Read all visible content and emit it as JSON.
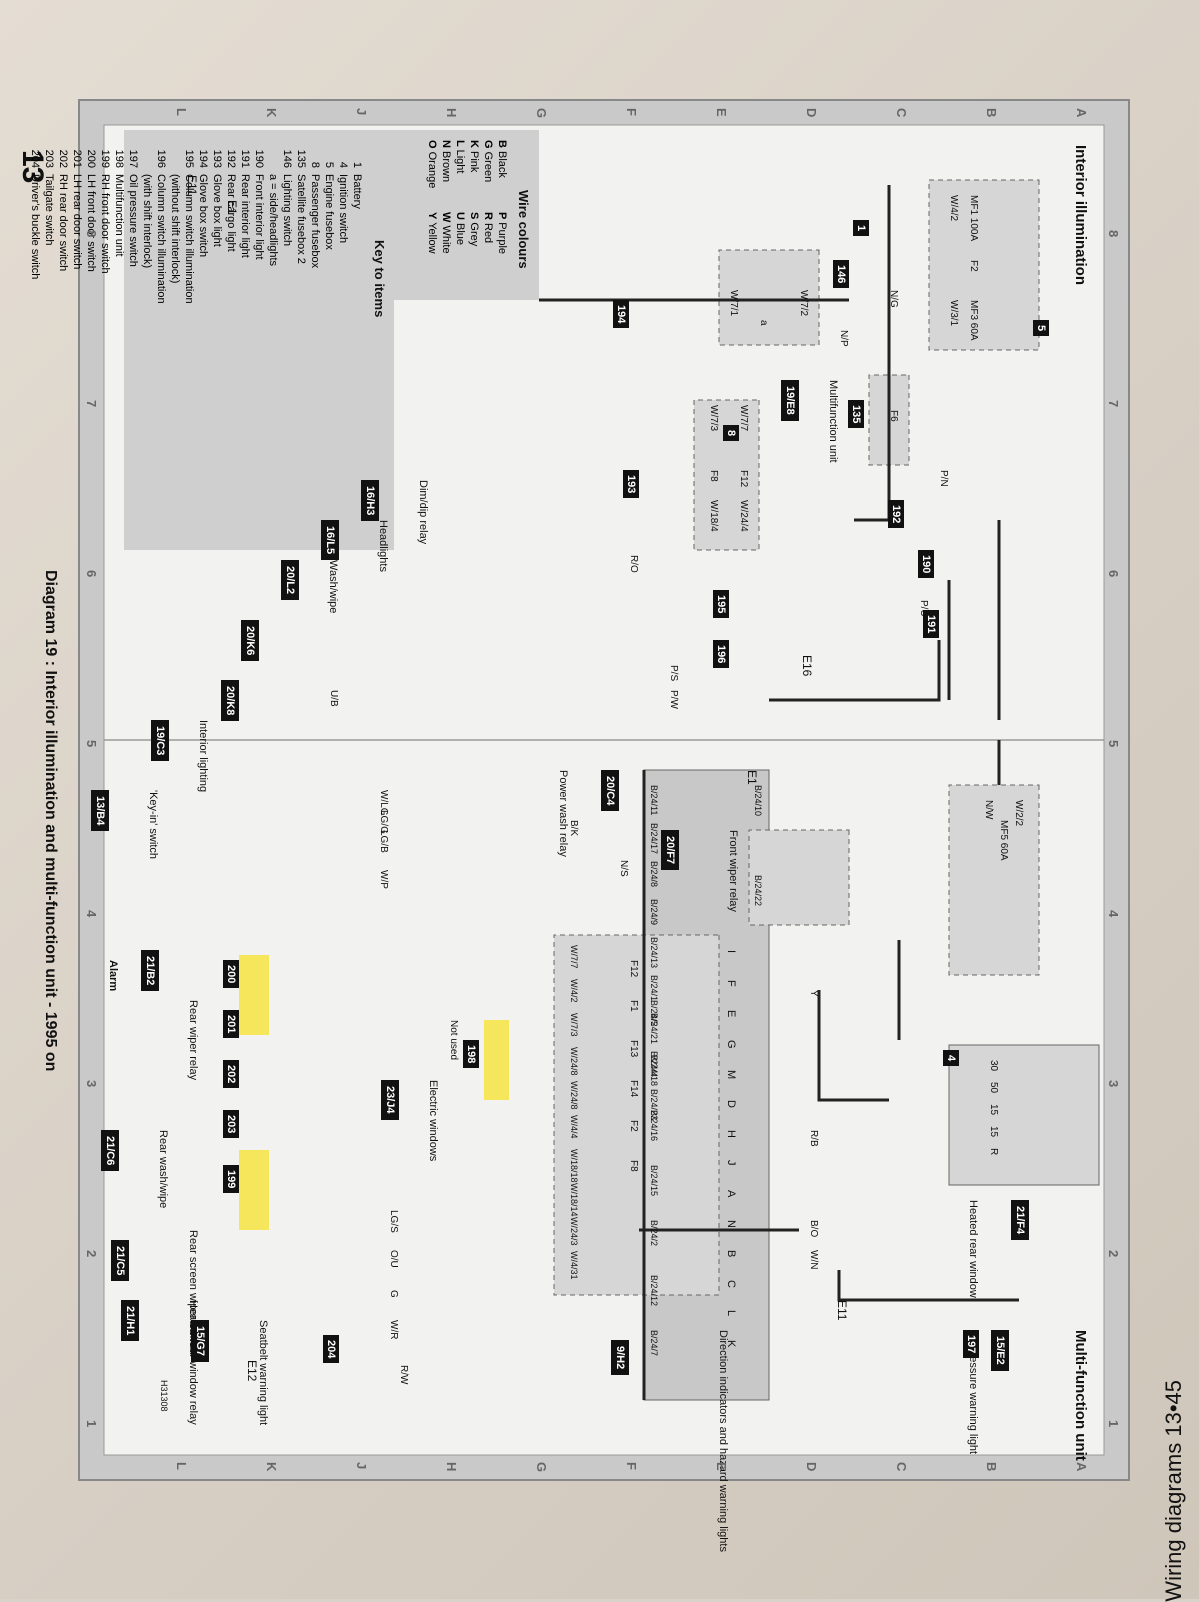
{
  "page": {
    "number": "13",
    "footer": "Wiring diagrams  13•45"
  },
  "diagram": {
    "title": "Diagram 19 : Interior illumination and multi-function unit - 1995 on",
    "sections": {
      "left": "Interior illumination",
      "right": "Multi-function unit"
    },
    "grid_cols": [
      "1",
      "2",
      "3",
      "4",
      "5",
      "6",
      "7",
      "8"
    ],
    "grid_rows": [
      "A",
      "B",
      "C",
      "D",
      "E",
      "F",
      "G",
      "H",
      "J",
      "K",
      "L"
    ],
    "key_title": "Key to items",
    "key_items": [
      {
        "n": "1",
        "label": "Battery"
      },
      {
        "n": "4",
        "label": "Ignition switch"
      },
      {
        "n": "5",
        "label": "Engine fusebox"
      },
      {
        "n": "8",
        "label": "Passenger fusebox"
      },
      {
        "n": "135",
        "label": "Satellite fusebox 2"
      },
      {
        "n": "146",
        "label": "Lighting switch"
      },
      {
        "n": "",
        "label": "a = side/headlights"
      },
      {
        "n": "190",
        "label": "Front interior light"
      },
      {
        "n": "191",
        "label": "Rear interior light"
      },
      {
        "n": "192",
        "label": "Rear cargo light"
      },
      {
        "n": "193",
        "label": "Glove box light"
      },
      {
        "n": "194",
        "label": "Glove box switch"
      },
      {
        "n": "195",
        "label": "Column switch illumination"
      },
      {
        "n": "",
        "label": "(without shift interlock)"
      },
      {
        "n": "196",
        "label": "Column switch illumination"
      },
      {
        "n": "",
        "label": "(with shift interlock)"
      },
      {
        "n": "197",
        "label": "Oil pressure switch"
      },
      {
        "n": "198",
        "label": "Multifunction unit"
      },
      {
        "n": "199",
        "label": "RH front door switch"
      },
      {
        "n": "200",
        "label": "LH front door switch"
      },
      {
        "n": "201",
        "label": "LH rear door switch"
      },
      {
        "n": "202",
        "label": "RH rear door switch"
      },
      {
        "n": "203",
        "label": "Tailgate switch"
      },
      {
        "n": "204",
        "label": "Driver's buckle switch"
      }
    ],
    "colours_title": "Wire colours",
    "colours": [
      {
        "c": "B",
        "name": "Black"
      },
      {
        "c": "P",
        "name": "Purple"
      },
      {
        "c": "G",
        "name": "Green"
      },
      {
        "c": "R",
        "name": "Red"
      },
      {
        "c": "K",
        "name": "Pink"
      },
      {
        "c": "S",
        "name": "Grey"
      },
      {
        "c": "L",
        "name": "Light"
      },
      {
        "c": "U",
        "name": "Blue"
      },
      {
        "c": "N",
        "name": "Brown"
      },
      {
        "c": "W",
        "name": "White"
      },
      {
        "c": "O",
        "name": "Orange"
      },
      {
        "c": "Y",
        "name": "Yellow"
      }
    ],
    "labels": {
      "fusebox_mf1": "MF1 100A",
      "fusebox_f2": "F2",
      "fusebox_mf3": "MF3 60A",
      "w42": "W/4/2",
      "w31": "W/3/1",
      "ng": "N/G",
      "np": "N/P",
      "r": "R",
      "b": "B",
      "n": "N",
      "w72": "W/7/2",
      "w71": "W/7/1",
      "a": "a",
      "w77": "W/7/7",
      "w73": "W/7/3",
      "f12": "F12",
      "f8": "F8",
      "w244": "W/24/4",
      "w184": "W/18/4",
      "mfu": "Multifunction unit",
      "f6": "F6",
      "pn": "P/N",
      "pu": "P/U",
      "ro": "R/O",
      "ps": "P/S",
      "pw": "P/W",
      "p": "P",
      "e1": "E1",
      "e11": "E11",
      "e16": "E16",
      "e12": "E12",
      "dimdip": "Dim/dip relay",
      "headlights": "Headlights",
      "washwipe": "Wash/wipe",
      "intlight": "Interior lighting",
      "keyin": "'Key-in' switch",
      "alarm": "Alarm",
      "rearwiper": "Rear wiper relay",
      "elecwin": "Electric windows",
      "notused": "Not used",
      "rearwash": "Rear wash/wipe",
      "rearscreen": "Rear screen wiper switch",
      "hrwrelay": "Heated rear window relay",
      "seatbelt": "Seatbelt warning light",
      "power_wash": "Power wash relay",
      "front_wiper": "Front wiper relay",
      "heated_rear": "Heated rear window",
      "oil_light": "Oil pressure warning light",
      "direction": "Direction indicators and hazard warning lights",
      "nw": "N/W",
      "w22": "W/2/2",
      "mf5": "MF5 60A",
      "y": "Y",
      "rb": "R/B",
      "bo": "B/O",
      "wn": "W/N",
      "wlg": "W/LG",
      "lgg": "LG/G",
      "lgb": "LG/B",
      "wp": "W/P",
      "ub": "U/B",
      "bk": "B/K",
      "ns": "N/S",
      "lgs": "LG/S",
      "ou": "O/U",
      "g": "G",
      "wr": "W/R",
      "rw": "R/W",
      "code": "H31308"
    },
    "refs": [
      "19/E8",
      "16/H3",
      "16/L5",
      "20/L2",
      "20/K6",
      "20/K8",
      "19/C3",
      "13/B4",
      "21/B2",
      "23/J4",
      "21/C6",
      "21/C5",
      "21/H1",
      "15/G7",
      "20/C4",
      "20/F7",
      "21/F4",
      "15/E2",
      "9/H2"
    ],
    "pins_left": [
      "B/24/11",
      "B/24/17",
      "B/24/8",
      "B/24/9",
      "B/24/13",
      "B/24/1",
      "B/24/21",
      "B/24/4",
      "B/24/23"
    ],
    "pins_bottom": [
      "B/24/5",
      "B/24/18",
      "B/24/16",
      "B/24/15",
      "B/24/2",
      "B/24/12",
      "B/24/7"
    ],
    "pins_top": [
      "B/24/10",
      "B/24/22"
    ],
    "pins_right": [
      "I",
      "F",
      "E",
      "G",
      "M",
      "D",
      "H",
      "J",
      "A",
      "N",
      "B",
      "C",
      "L",
      "K"
    ],
    "fuse8_wires": [
      "W/7/7",
      "W/4/2",
      "W/7/3",
      "W/24/8",
      "W/24/8",
      "W/4/4",
      "W/18/18",
      "W/18/14",
      "W/24/3",
      "W/4/31"
    ],
    "fuse8_fuses": [
      "F12",
      "F1",
      "F13",
      "F14",
      "F2",
      "F8"
    ],
    "ign_labels": [
      "30",
      "50",
      "15",
      "15",
      "R"
    ],
    "items": [
      "1",
      "5",
      "146",
      "194",
      "193",
      "8",
      "135",
      "192",
      "190",
      "191",
      "195",
      "196",
      "198",
      "200",
      "201",
      "202",
      "203",
      "199",
      "204",
      "197",
      "4"
    ]
  }
}
